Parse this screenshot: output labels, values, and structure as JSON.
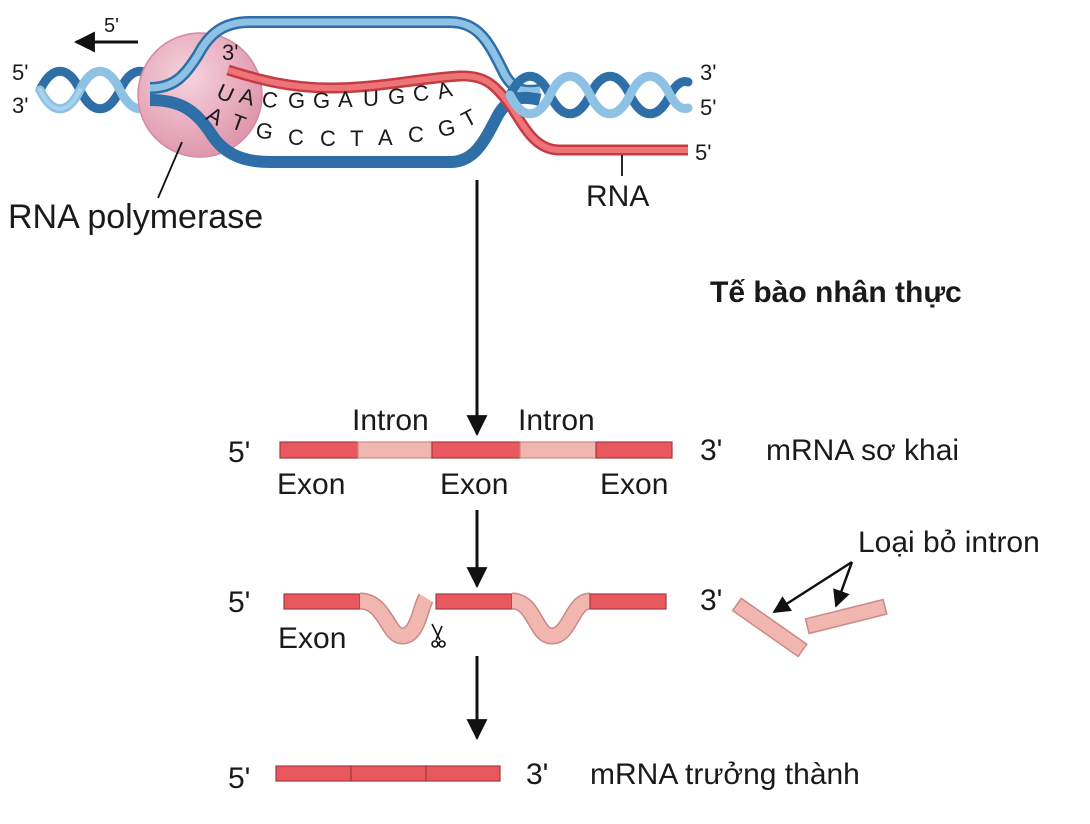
{
  "transcription": {
    "direction_label": "5'",
    "left_top_end": "5'",
    "left_bottom_end": "3'",
    "right_top_end": "3'",
    "right_middle_end": "5'",
    "rna_end": "5'",
    "rna_start": "3'",
    "rna_sequence": [
      "U",
      "A",
      "C",
      "G",
      "G",
      "A",
      "U",
      "G",
      "C",
      "A"
    ],
    "dna_template_sequence": [
      "A",
      "T",
      "G",
      "C",
      "C",
      "T",
      "A",
      "C",
      "G",
      "T"
    ],
    "polymerase_label": "RNA polymerase",
    "rna_label": "RNA"
  },
  "cell_type_label": "Tế bào nhân thực",
  "pre_mrna": {
    "end5": "5'",
    "end3": "3'",
    "name": "mRNA sơ khai",
    "intron_labels": [
      "Intron",
      "Intron"
    ],
    "exon_labels": [
      "Exon",
      "Exon",
      "Exon"
    ]
  },
  "splicing": {
    "end5": "5'",
    "end3": "3'",
    "exon_label": "Exon",
    "removed_label": "Loại bỏ intron",
    "scissors_icon": "scissors-icon"
  },
  "mature_mrna": {
    "end5": "5'",
    "end3": "3'",
    "name": "mRNA trưởng thành"
  },
  "colors": {
    "exon": "#e8585e",
    "intron": "#f2b6b0",
    "dna_light": "#8ec2e4",
    "dna_dark": "#2f6fa8",
    "rna": "#e8585e",
    "polymerase": "#e9aabd"
  }
}
